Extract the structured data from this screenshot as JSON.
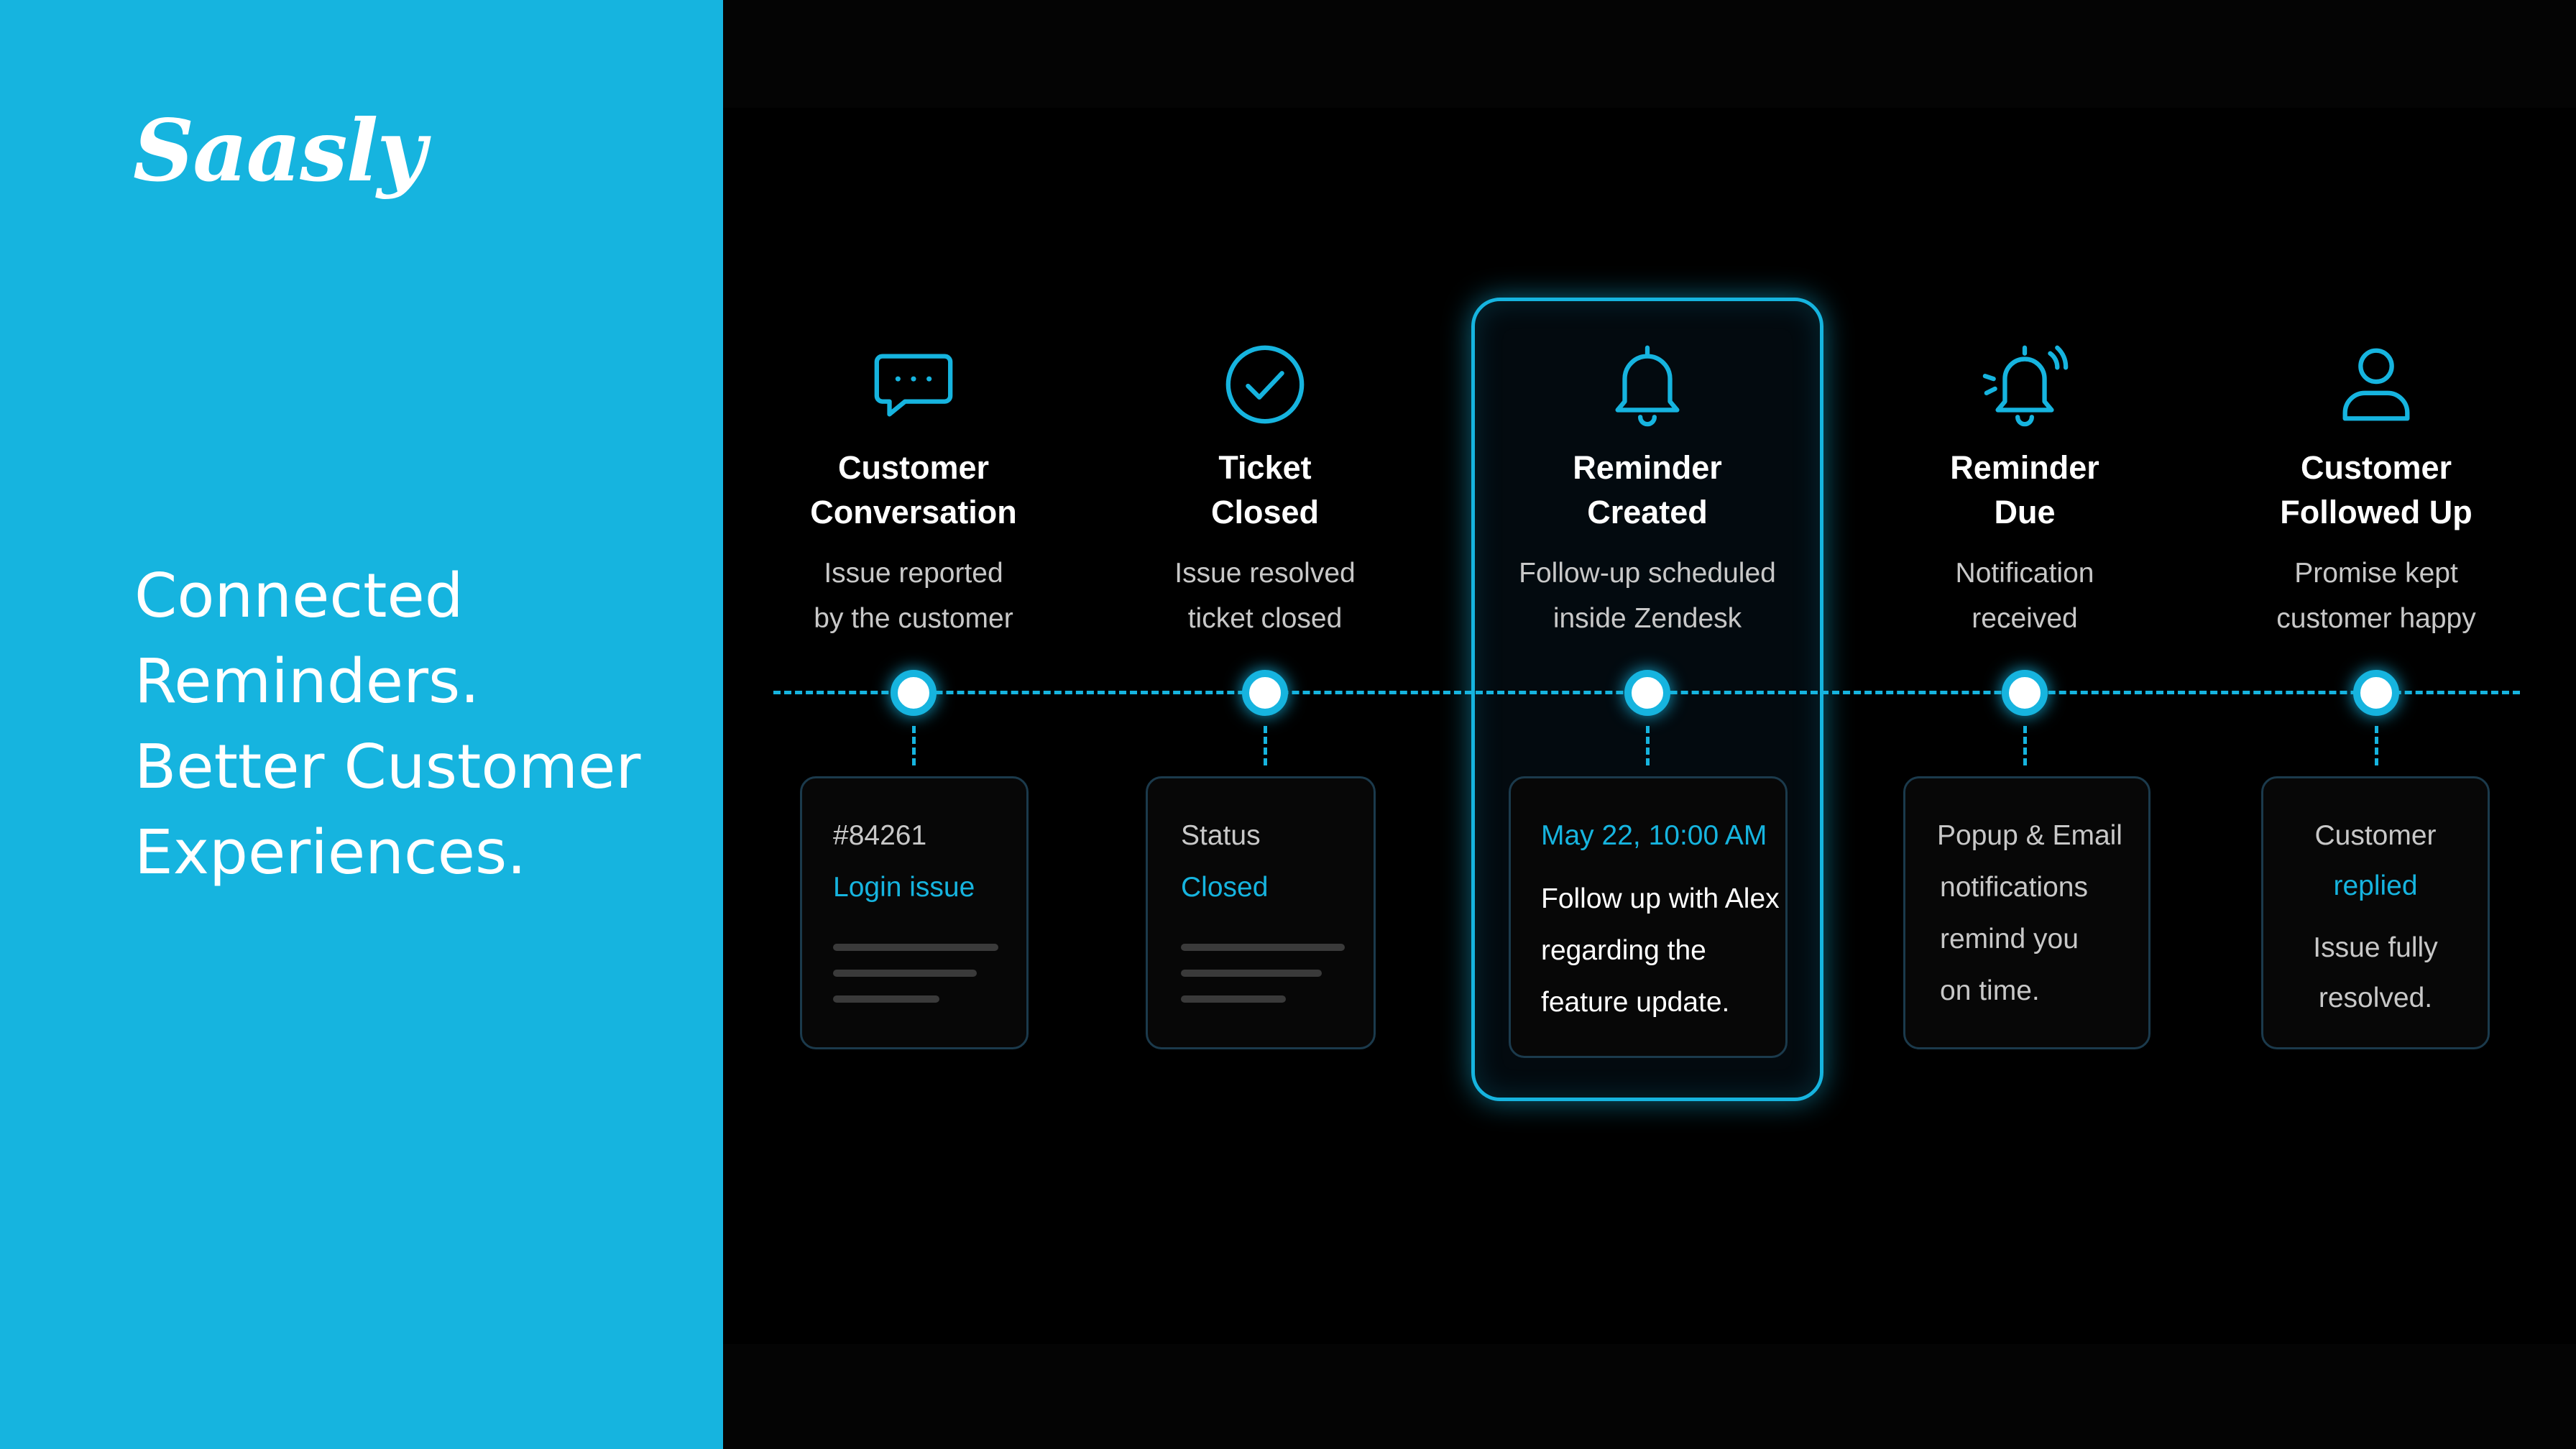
{
  "brand": {
    "logo_text": "Saasly",
    "accent_color": "#16b4df"
  },
  "headline": {
    "lines": [
      "Connected",
      "Reminders.",
      "Better Customer",
      "Experiences."
    ]
  },
  "steps": [
    {
      "icon": "chat-bubble-icon",
      "title": [
        "Customer",
        "Conversation"
      ],
      "desc": [
        "Issue reported",
        "by the customer"
      ],
      "card": {
        "line1": "#84261",
        "line2": "Login issue"
      }
    },
    {
      "icon": "check-circle-icon",
      "title": [
        "Ticket",
        "Closed"
      ],
      "desc": [
        "Issue resolved",
        "ticket closed"
      ],
      "card": {
        "line1": "Status",
        "line2": "Closed"
      }
    },
    {
      "icon": "bell-icon",
      "title": [
        "Reminder",
        "Created"
      ],
      "desc": [
        "Follow-up scheduled",
        "inside Zendesk"
      ],
      "highlighted": true,
      "card": {
        "line1": "May 22, 10:00 AM",
        "line2": "Follow up with Alex",
        "line3": "regarding the",
        "line4": "feature update."
      }
    },
    {
      "icon": "bell-ringing-icon",
      "title": [
        "Reminder",
        "Due"
      ],
      "desc": [
        "Notification",
        "received"
      ],
      "card": {
        "line1": "Popup & Email",
        "line2": "notifications",
        "line3": "remind you",
        "line4": "on time."
      }
    },
    {
      "icon": "user-icon",
      "title": [
        "Customer",
        "Followed Up"
      ],
      "desc": [
        "Promise kept",
        "customer happy"
      ],
      "card": {
        "line1": "Customer",
        "line2": "replied",
        "line3": "Issue fully",
        "line4": "resolved."
      }
    }
  ]
}
